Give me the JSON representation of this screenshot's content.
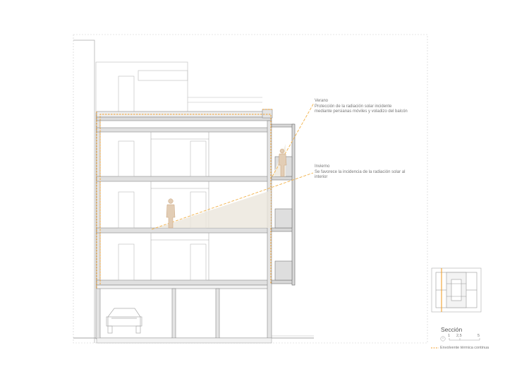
{
  "annotations": {
    "verano": {
      "heading": "Verano",
      "line1": "Protección de la radiación solar incidente",
      "line2": "mediante persianas móviles y voladizo del balcón"
    },
    "invierno": {
      "heading": "Invierno",
      "line1": "Se favorece la incidencia de la radiación solar al",
      "line2": "interior"
    }
  },
  "section_title": "Sección",
  "scale_marks": [
    "1",
    "2,5",
    "5"
  ],
  "legend": {
    "label": "Envolvente térmica continua",
    "color": "#f0a030"
  },
  "colors": {
    "line": "#888888",
    "thermal": "#f0a030",
    "sun": "#f2b24a",
    "sun_zone": "#ebe6dc"
  }
}
